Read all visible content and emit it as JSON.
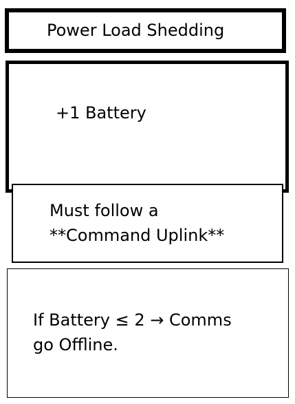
{
  "card": {
    "title": "Power Load Shedding",
    "effect": "+1 Battery",
    "requirement": {
      "line1": "Must follow a",
      "line2": "**Command Uplink**"
    },
    "penalty": {
      "line1": "If Battery ≤ 2 → Comms",
      "line2": "go Offline."
    }
  }
}
